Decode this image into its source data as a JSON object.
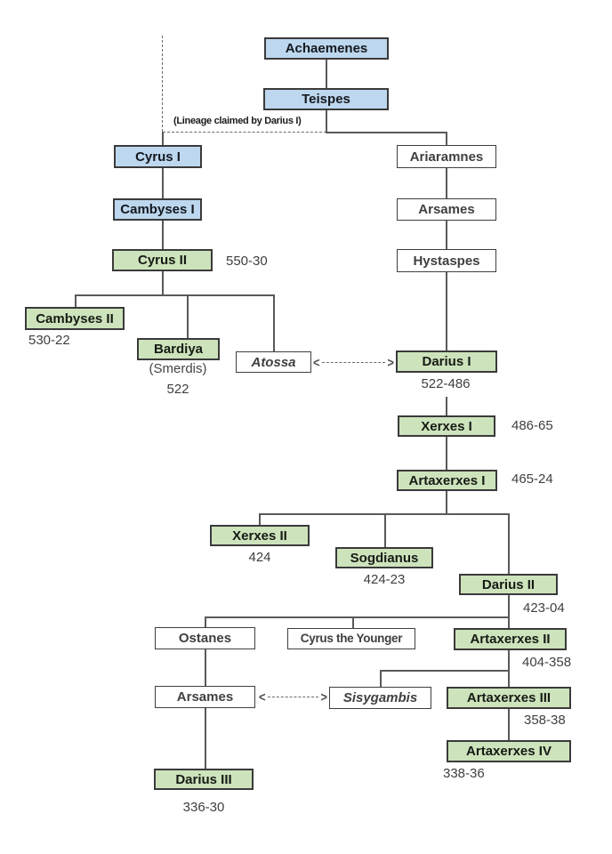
{
  "annotation": {
    "lineage_note": "(Lineage claimed by Darius I)"
  },
  "colors": {
    "early_dynasty_fill": "#BDD7EE",
    "king_fill": "#CDE3BC",
    "non_ruler_fill": "#FFFFFF",
    "box_border": "#3A3A3A",
    "connector_line": "#595959"
  },
  "arrow": {
    "left": "<",
    "right": ">"
  },
  "nodes": {
    "achaemenes": {
      "label": "Achaemenes"
    },
    "teispes": {
      "label": "Teispes"
    },
    "cyrus1": {
      "label": "Cyrus I"
    },
    "cambyses1": {
      "label": "Cambyses I"
    },
    "cyrus2": {
      "label": "Cyrus II",
      "reign": "550-30"
    },
    "ariaramnes": {
      "label": "Ariaramnes"
    },
    "arsames1": {
      "label": "Arsames"
    },
    "hystaspes": {
      "label": "Hystaspes"
    },
    "cambyses2": {
      "label": "Cambyses II",
      "reign": "530-22"
    },
    "bardiya": {
      "label": "Bardiya",
      "alias": "(Smerdis)",
      "reign": "522"
    },
    "atossa": {
      "label": "Atossa"
    },
    "darius1": {
      "label": "Darius I",
      "reign": "522-486"
    },
    "xerxes1": {
      "label": "Xerxes I",
      "reign": "486-65"
    },
    "artaxerxes1": {
      "label": "Artaxerxes I",
      "reign": "465-24"
    },
    "xerxes2": {
      "label": "Xerxes II",
      "reign": "424"
    },
    "sogdianus": {
      "label": "Sogdianus",
      "reign": "424-23"
    },
    "darius2": {
      "label": "Darius II",
      "reign": "423-04"
    },
    "ostanes": {
      "label": "Ostanes"
    },
    "cyrus_younger": {
      "label": "Cyrus the Younger"
    },
    "artaxerxes2": {
      "label": "Artaxerxes II",
      "reign": "404-358"
    },
    "arsames2": {
      "label": "Arsames"
    },
    "sisygambis": {
      "label": "Sisygambis"
    },
    "artaxerxes3": {
      "label": "Artaxerxes III",
      "reign": "358-38"
    },
    "artaxerxes4": {
      "label": "Artaxerxes IV",
      "reign": "338-36"
    },
    "darius3": {
      "label": "Darius III",
      "reign": "336-30"
    }
  }
}
